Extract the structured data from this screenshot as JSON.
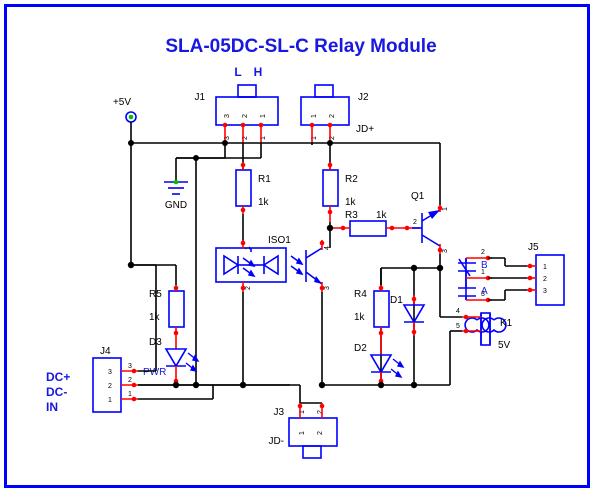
{
  "title": "SLA-05DC-SL-C Relay Module",
  "power": {
    "rail_label": "+5V",
    "ground_label": "GND"
  },
  "connectors": {
    "j1": {
      "ref": "J1",
      "pins": [
        "3",
        "2",
        "1"
      ],
      "tag_left": "L",
      "tag_right": "H"
    },
    "j2": {
      "ref": "J2",
      "pins": [
        "1",
        "2"
      ],
      "net": "JD+"
    },
    "j3": {
      "ref": "J3",
      "pins": [
        "1",
        "2"
      ],
      "net": "JD-"
    },
    "j4": {
      "ref": "J4",
      "pins": [
        "3",
        "2",
        "1"
      ],
      "labels": [
        "DC+",
        "DC-",
        "IN"
      ]
    },
    "j5": {
      "ref": "J5",
      "pins": [
        "1",
        "2",
        "3"
      ]
    }
  },
  "resistors": [
    {
      "ref": "R1",
      "value": "1k"
    },
    {
      "ref": "R2",
      "value": "1k"
    },
    {
      "ref": "R3",
      "value": "1k"
    },
    {
      "ref": "R4",
      "value": "1k"
    },
    {
      "ref": "R5",
      "value": "1k"
    }
  ],
  "diodes": [
    {
      "ref": "D1",
      "kind": "diode"
    },
    {
      "ref": "D2",
      "kind": "led"
    },
    {
      "ref": "D3",
      "kind": "led",
      "note": "PWR"
    }
  ],
  "optocoupler": {
    "ref": "ISO1",
    "pins": [
      "1",
      "2",
      "4",
      "3"
    ]
  },
  "transistor": {
    "ref": "Q1",
    "pins": [
      "1",
      "2",
      "3"
    ]
  },
  "relay": {
    "ref": "K1",
    "coil_voltage": "5V",
    "coil_pins": [
      "4",
      "5"
    ],
    "contact_b": "B",
    "contact_a": "A",
    "contact_pins": [
      "2",
      "1",
      "3"
    ]
  },
  "colors": {
    "frame": "#0000ff",
    "component": "#0000ff",
    "wire": "#000000",
    "pin": "#ff0000",
    "junction": "#000000",
    "ground_node": "#00c000",
    "title": "#1818e0",
    "background": "#ffffff"
  }
}
